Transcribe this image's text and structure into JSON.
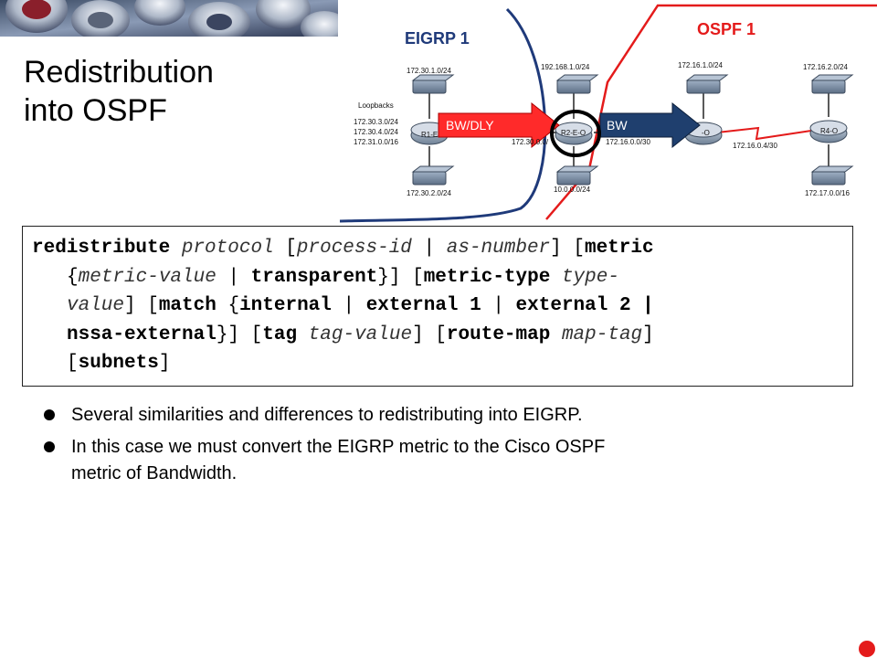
{
  "slide": {
    "title_line1": "Redistribution",
    "title_line2": "into OSPF"
  },
  "diagram": {
    "eigrp_label": "EIGRP 1",
    "ospf_label": "OSPF 1",
    "arrow_left_label": "BW/DLY",
    "arrow_right_label": "BW",
    "loopbacks_label": "Loopbacks",
    "loopback_nets": [
      "172.30.3.0/24",
      "172.30.4.0/24",
      "172.31.0.0/16"
    ],
    "nets": {
      "r1_top": "172.30.1.0/24",
      "r1_bottom": "172.30.2.0/24",
      "r2_top": "192.168.1.0/24",
      "r1_r2": "172.30.0.0/",
      "r2_bottom": "10.0.0.0/24",
      "r2_r3": "172.16.0.0/30",
      "r3_top": "172.16.1.0/24",
      "r3_r4": "172.16.0.4/30",
      "r4_top": "172.16.2.0/24",
      "r4_bottom": "172.17.0.0/16"
    },
    "routers": {
      "r1": "R1-E",
      "r2": "R2-E-O",
      "r3": "-O",
      "r4": "R4-O"
    },
    "colors": {
      "eigrp": "#1f3a7a",
      "ospf": "#e41b1b",
      "arrow_left": "#ff2a2a",
      "arrow_right": "#1f3f6e"
    }
  },
  "command": {
    "line1": [
      {
        "t": "redistribute",
        "s": "b"
      },
      {
        "t": " ",
        "s": "n"
      },
      {
        "t": "protocol",
        "s": "i"
      },
      {
        "t": " [",
        "s": "n"
      },
      {
        "t": "process-id",
        "s": "i"
      },
      {
        "t": " | ",
        "s": "n"
      },
      {
        "t": "as-number",
        "s": "i"
      },
      {
        "t": "] [",
        "s": "n"
      },
      {
        "t": "metric",
        "s": "b"
      }
    ],
    "line2": [
      {
        "t": "{",
        "s": "n"
      },
      {
        "t": "metric-value",
        "s": "i"
      },
      {
        "t": " | ",
        "s": "n"
      },
      {
        "t": "transparent",
        "s": "b"
      },
      {
        "t": "}] [",
        "s": "n"
      },
      {
        "t": "metric-type",
        "s": "b"
      },
      {
        "t": " ",
        "s": "n"
      },
      {
        "t": "type-",
        "s": "i"
      }
    ],
    "line3": [
      {
        "t": "value",
        "s": "i"
      },
      {
        "t": "] [",
        "s": "n"
      },
      {
        "t": "match",
        "s": "b"
      },
      {
        "t": " {",
        "s": "n"
      },
      {
        "t": "internal",
        "s": "b"
      },
      {
        "t": " | ",
        "s": "n"
      },
      {
        "t": "external 1",
        "s": "b"
      },
      {
        "t": " | ",
        "s": "n"
      },
      {
        "t": "external 2 |",
        "s": "b"
      }
    ],
    "line4": [
      {
        "t": "nssa-external",
        "s": "b"
      },
      {
        "t": "}] [",
        "s": "n"
      },
      {
        "t": "tag",
        "s": "b"
      },
      {
        "t": " ",
        "s": "n"
      },
      {
        "t": "tag-value",
        "s": "i"
      },
      {
        "t": "] [",
        "s": "n"
      },
      {
        "t": "route-map",
        "s": "b"
      },
      {
        "t": " ",
        "s": "n"
      },
      {
        "t": "map-tag",
        "s": "i"
      },
      {
        "t": "]",
        "s": "n"
      }
    ],
    "line5": [
      {
        "t": "[",
        "s": "n"
      },
      {
        "t": "subnets",
        "s": "b"
      },
      {
        "t": "]",
        "s": "n"
      }
    ]
  },
  "bullets": [
    {
      "line1": "Several similarities and differences to redistributing into EIGRP.",
      "line2": ""
    },
    {
      "line1": "In this case we must convert the EIGRP metric to the Cisco OSPF",
      "line2": "metric of Bandwidth."
    }
  ]
}
